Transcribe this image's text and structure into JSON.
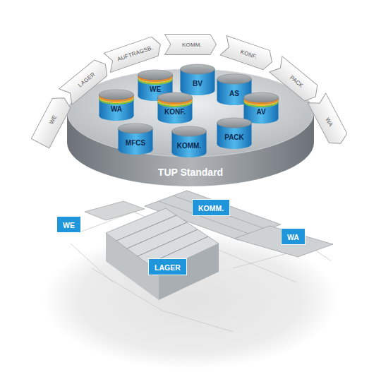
{
  "diagram": {
    "nodes": [
      {
        "text": [
          "WE"
        ]
      },
      {
        "text": [
          "LAGER"
        ]
      },
      {
        "text": [
          "AUFTRAGSB."
        ]
      },
      {
        "text": [
          "KOMM."
        ]
      },
      {
        "text": [
          "KONF."
        ]
      },
      {
        "text": [
          "PACK"
        ]
      },
      {
        "text": [
          "WA"
        ]
      },
      {
        "text": [
          "TUP Standard"
        ]
      },
      {
        "text": [
          "WE"
        ],
        "in": 7
      },
      {
        "text": [
          "BV"
        ],
        "in": 7
      },
      {
        "text": [
          "AS"
        ],
        "in": 7
      },
      {
        "text": [
          "WA"
        ],
        "in": 7
      },
      {
        "text": [
          "KONF."
        ],
        "in": 7
      },
      {
        "text": [
          "AV"
        ],
        "in": 7
      },
      {
        "text": [
          "MFCS"
        ],
        "in": 7
      },
      {
        "text": [
          "KOMM."
        ],
        "in": 7
      },
      {
        "text": [
          "PACK"
        ],
        "in": 7
      },
      {
        "text": [
          "WE"
        ]
      },
      {
        "text": [
          "KOMM."
        ]
      },
      {
        "text": [
          "LAGER"
        ]
      },
      {
        "text": [
          "WA"
        ]
      }
    ]
  }
}
